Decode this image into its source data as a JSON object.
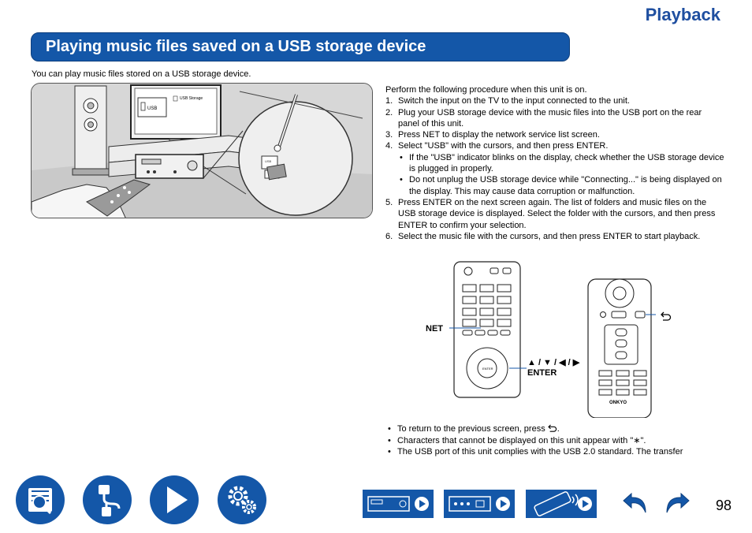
{
  "header": {
    "section": "Playback",
    "title": "Playing music files saved on a USB storage device"
  },
  "intro": "You can play music files stored on a USB storage device.",
  "illustration": {
    "tv_usb_label": "USB",
    "tv_storage_label": "USB Storage"
  },
  "procedure": {
    "lead": "Perform the following procedure when this unit is on.",
    "steps": [
      {
        "num": "1.",
        "text": "Switch the input on the TV to the input connected to the unit."
      },
      {
        "num": "2.",
        "text": "Plug your USB storage device with the music files into the USB port on the rear panel of this unit."
      },
      {
        "num": "3.",
        "text": "Press NET to display the network service list screen."
      },
      {
        "num": "4.",
        "text": "Select \"USB\" with the cursors, and then press ENTER."
      },
      {
        "num": "5.",
        "text": "Press ENTER on the next screen again. The list of folders and music files on the USB storage device is displayed. Select the folder with the cursors, and then press ENTER to confirm your selection."
      },
      {
        "num": "6.",
        "text": "Select the music file with the cursors, and then press ENTER to start playback."
      }
    ],
    "step4_bullets": [
      "If the \"USB\" indicator blinks on the display, check whether the USB storage device is plugged in properly.",
      "Do not unplug the USB storage device while \"Connecting...\" is being displayed on the display. This may cause data corruption or malfunction."
    ]
  },
  "remote_labels": {
    "net": "NET",
    "cursors": "▲ / ▼ / ◀ / ▶",
    "enter": "ENTER",
    "brand": "ONKYO"
  },
  "notes": {
    "return_text": "To return to the previous screen, press ",
    "return_suffix": ".",
    "chars_text": "Characters that cannot be displayed on this unit appear with \"∗\".",
    "usb_text": "The USB port of this unit complies with the USB 2.0 standard. The transfer"
  },
  "footer": {
    "page_number": "98",
    "accent_color": "#1457a8"
  }
}
